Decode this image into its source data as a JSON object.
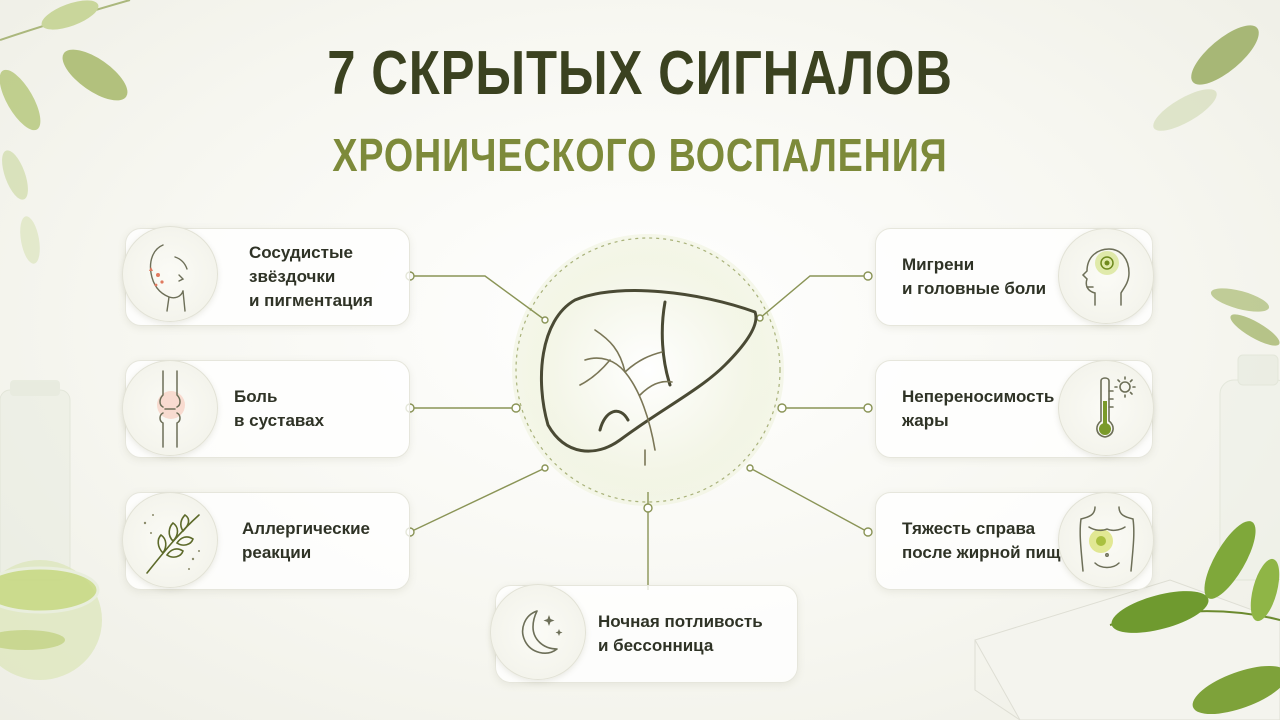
{
  "title": {
    "line1": "7 СКРЫТЫХ СИГНАЛОВ",
    "line2": "ХРОНИЧЕСКОГО ВОСПАЛЕНИЯ"
  },
  "colors": {
    "title_dark": "#3b4220",
    "title_accent": "#7d8a3a",
    "line": "#8a9456",
    "card_border": "#e6e6dc"
  },
  "center": {
    "icon": "liver-icon"
  },
  "signals": {
    "vascular": {
      "line1": "Сосудистые",
      "line2": "звёздочки",
      "line3": "и пигментация",
      "icon": "face-icon"
    },
    "joints": {
      "line1": "Боль",
      "line2": "в суставах",
      "icon": "knee-joint-icon"
    },
    "allergy": {
      "line1": "Аллергические",
      "line2": "реакции",
      "icon": "leaf-icon"
    },
    "night": {
      "line1": "Ночная потливость",
      "line2": "и бессонница",
      "icon": "moon-icon"
    },
    "migraine": {
      "line1": "Мигрени",
      "line2": "и головные боли",
      "icon": "head-icon"
    },
    "heat": {
      "line1": "Непереносимость",
      "line2": "жары",
      "icon": "thermometer-icon"
    },
    "heaviness": {
      "line1": "Тяжесть справа",
      "line2": "после жирной пищи",
      "icon": "torso-icon"
    }
  }
}
